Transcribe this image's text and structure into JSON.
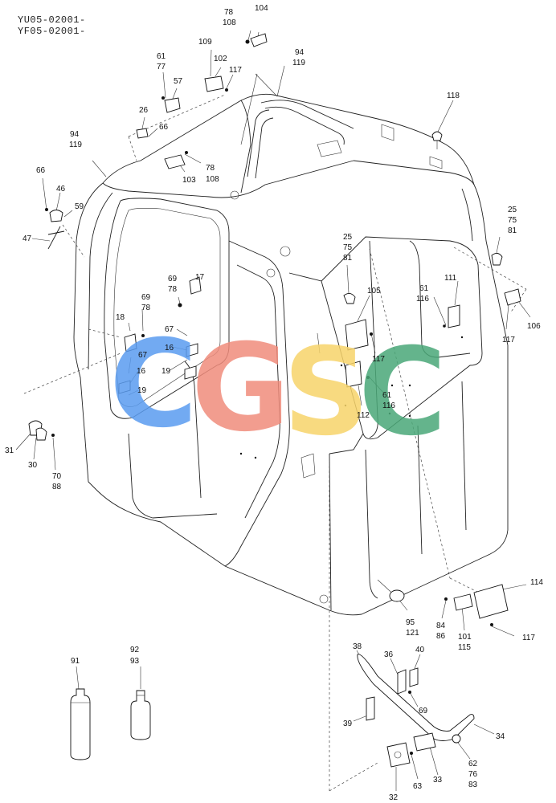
{
  "header": {
    "line1": "YU05-02001-",
    "line2": "YF05-02001-"
  },
  "watermark": {
    "letters": [
      {
        "char": "C",
        "color": "#5a9cf0"
      },
      {
        "char": "G",
        "color": "#f08c7c"
      },
      {
        "char": "S",
        "color": "#f7d46a"
      },
      {
        "char": "C",
        "color": "#4aa878"
      }
    ]
  },
  "callouts": {
    "c104": "104",
    "c78a": "78",
    "c108a": "108",
    "c109": "109",
    "c102": "102",
    "c117a": "117",
    "c94a": "94",
    "c119a": "119",
    "c61a": "61",
    "c77": "77",
    "c57": "57",
    "c118": "118",
    "c26": "26",
    "c66a": "66",
    "c94b": "94",
    "c119b": "119",
    "c78b": "78",
    "c108b": "108",
    "c103": "103",
    "c66b": "66",
    "c46": "46",
    "c59": "59",
    "c47": "47",
    "c25a": "25",
    "c75a": "75",
    "c81a": "81",
    "c25b": "25",
    "c75b": "75",
    "c81b": "81",
    "c69a": "69",
    "c78c": "78",
    "c17": "17",
    "c69b": "69",
    "c78d": "78",
    "c105": "105",
    "c61b": "61",
    "c116a": "116",
    "c111": "111",
    "c18": "18",
    "c67a": "67",
    "c16a": "16",
    "c67b": "67",
    "c16b": "16",
    "c19a": "19",
    "c19b": "19",
    "c117b": "117",
    "c106": "106",
    "c117c": "117",
    "c61c": "61",
    "c116b": "116",
    "c112": "112",
    "c31": "31",
    "c30": "30",
    "c70": "70",
    "c88": "88",
    "c114": "114",
    "c84": "84",
    "c86": "86",
    "c101": "101",
    "c115": "115",
    "c117d": "117",
    "c95": "95",
    "c121": "121",
    "c91": "91",
    "c92": "92",
    "c93": "93",
    "c38": "38",
    "c36": "36",
    "c40": "40",
    "c69c": "69",
    "c39": "39",
    "c34": "34",
    "c62": "62",
    "c76": "76",
    "c83": "83",
    "c32": "32",
    "c63": "63",
    "c33": "33"
  }
}
